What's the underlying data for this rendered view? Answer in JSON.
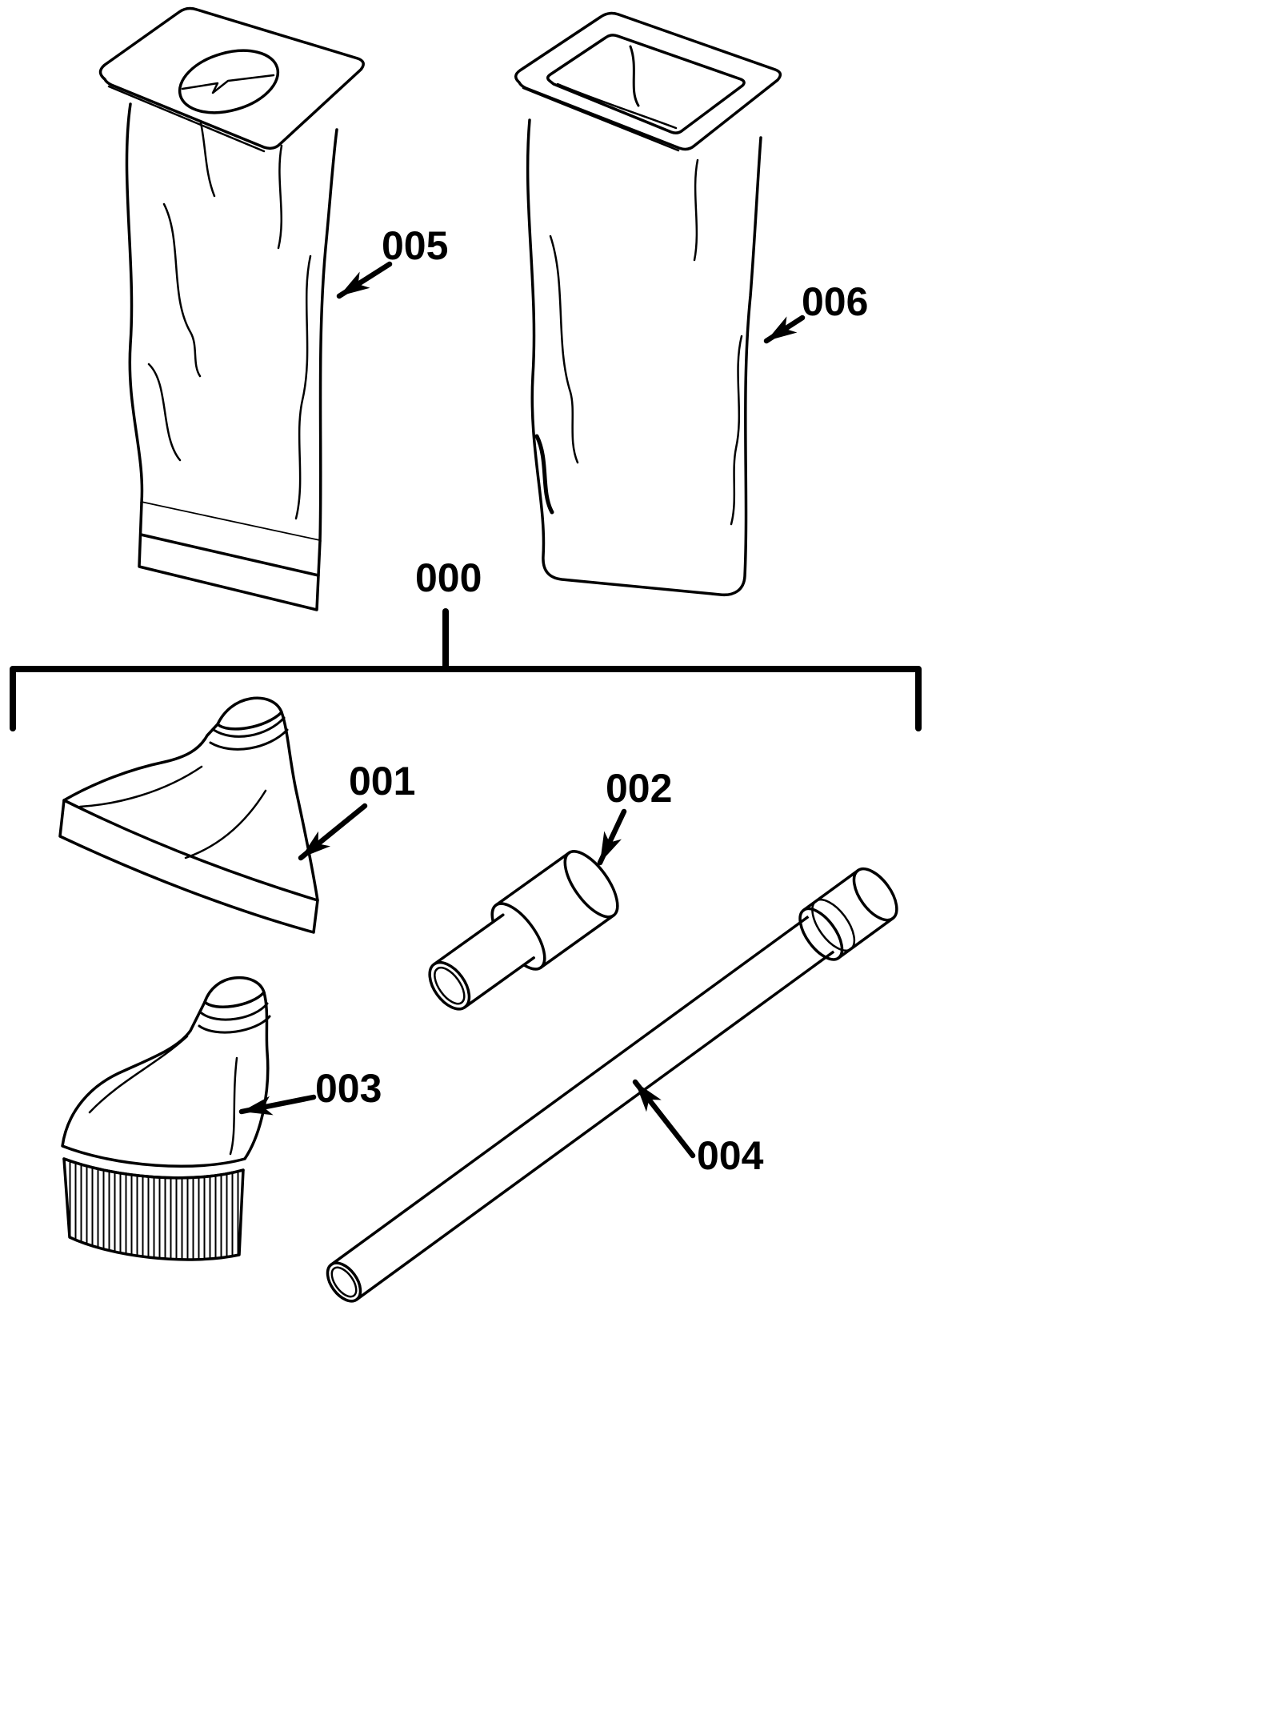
{
  "diagram": {
    "type": "exploded-parts-line-drawing",
    "ink_color": "#000000",
    "background_color": "#ffffff",
    "callouts": {
      "c000": "000",
      "c001": "001",
      "c002": "002",
      "c003": "003",
      "c004": "004",
      "c005": "005",
      "c006": "006"
    }
  }
}
